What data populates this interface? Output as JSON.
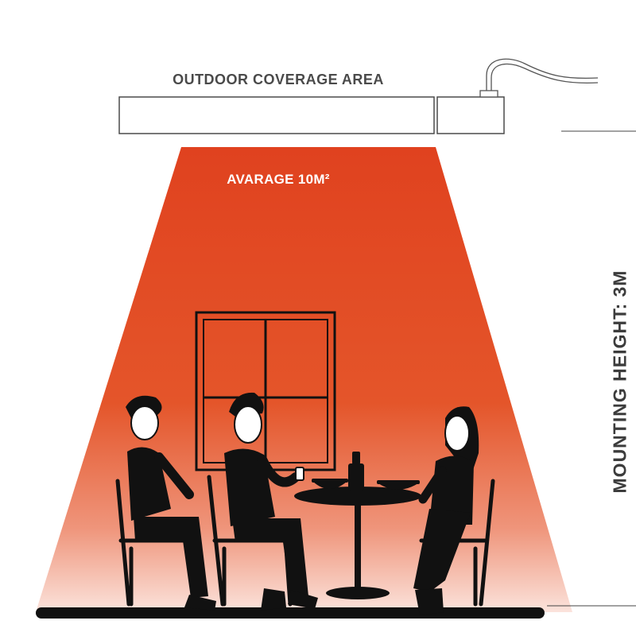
{
  "diagram": {
    "title": "OUTDOOR COVERAGE AREA",
    "coverage_label": "AVARAGE 10M²",
    "mounting_height_label": "MOUNTING HEIGHT: 3M",
    "colors": {
      "beam_top": "#e0421f",
      "beam_bottom": "#fbe3dc",
      "figure": "#111111",
      "text": "#4a4a4a"
    },
    "icons": [
      "heater-icon",
      "power-cable-icon",
      "window-icon",
      "person-icon",
      "table-icon",
      "chair-icon",
      "bottle-icon",
      "bowl-icon",
      "phone-icon"
    ]
  }
}
